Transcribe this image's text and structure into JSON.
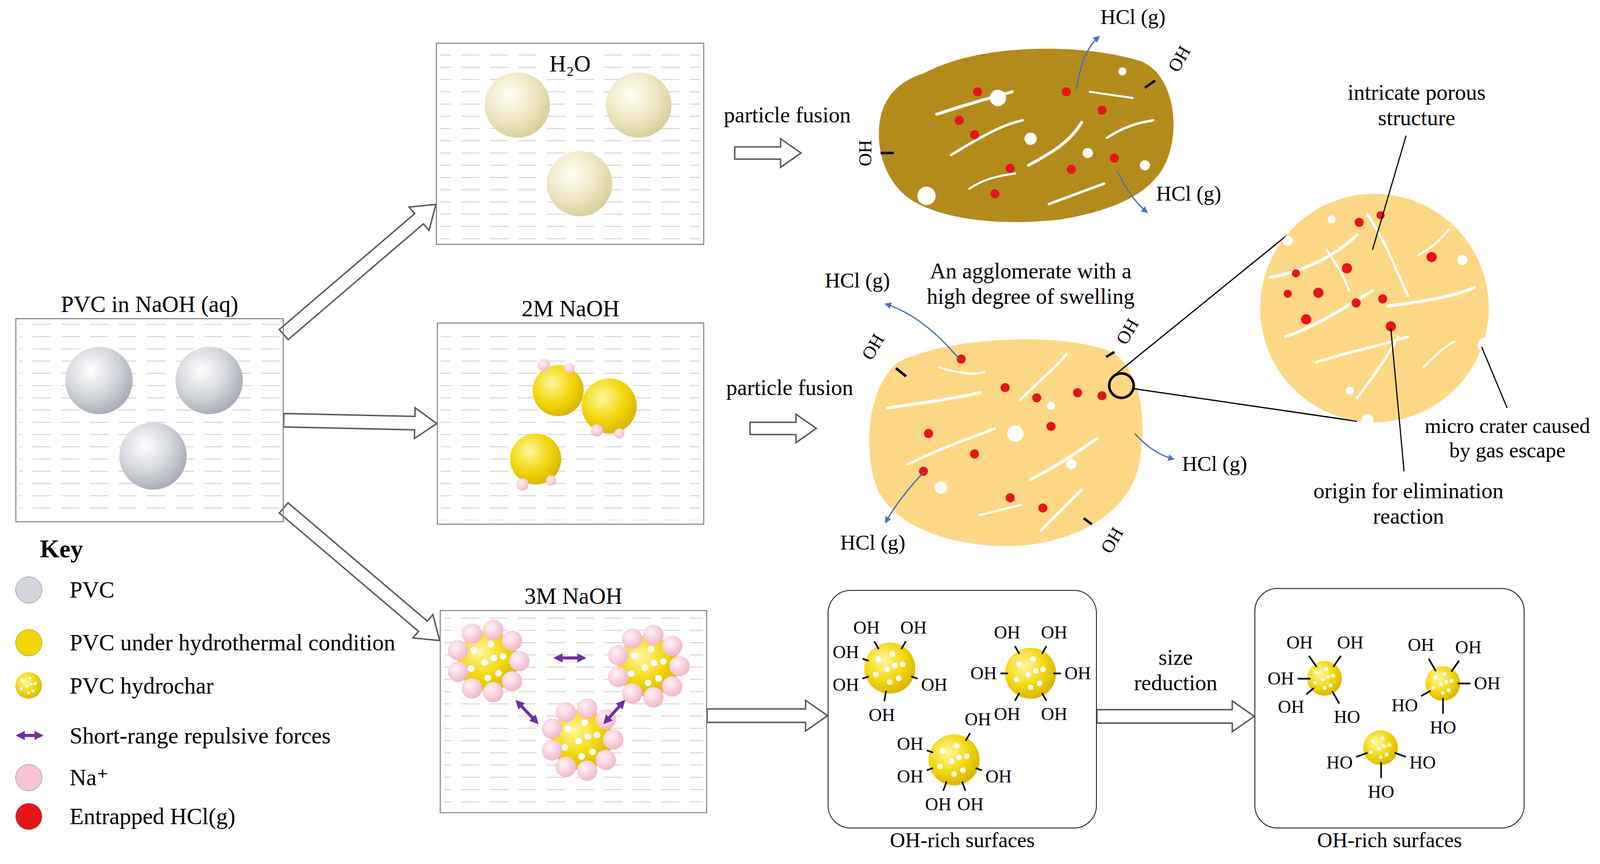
{
  "diagram": {
    "nodes": [
      {
        "text": [
          "PVC in NaOH (aq)"
        ]
      },
      {
        "text": [
          "H₂O"
        ]
      },
      {
        "text": [
          "2M NaOH"
        ]
      },
      {
        "text": [
          "3M NaOH"
        ]
      },
      {
        "text": [
          "OH-rich surfaces"
        ]
      },
      {
        "text": [
          "OH-rich surfaces"
        ]
      }
    ],
    "edges": [
      {
        "from": 0,
        "to": 1,
        "arrow": "to"
      },
      {
        "from": 0,
        "to": 2,
        "arrow": "to"
      },
      {
        "from": 0,
        "to": 3,
        "arrow": "to"
      },
      {
        "from": 3,
        "to": 4,
        "arrow": "to"
      },
      {
        "from": 4,
        "to": 5,
        "label": "size reduction",
        "arrow": "to"
      }
    ],
    "labels": [
      "HCl (g)",
      "OH",
      "OH",
      "HCl (g)",
      "particle fusion",
      "intricate porous structure",
      "HCl (g)",
      "An agglomerate with a high degree of swelling",
      "OH",
      "OH",
      "particle fusion",
      "micro crater caused by gas escape",
      "HCl (g)",
      "origin for elimination reaction",
      "HCl (g)",
      "OH",
      "Key",
      "OH",
      "OH",
      "OH",
      "OH",
      "OH",
      "OH",
      "OH",
      "OH",
      "OH",
      "OH",
      "OH",
      "OH",
      "OH",
      "OH",
      "OH",
      "OH",
      "OH",
      "OH",
      "OH",
      "OH",
      "OH",
      "OH",
      "HO",
      "OH",
      "OH",
      "OH",
      "HO",
      "HO",
      "HO",
      "HO",
      "HO"
    ],
    "legend": [
      {
        "text": "PVC",
        "color": "#d3d6dc"
      },
      {
        "text": "PVC under hydrothermal condition",
        "color": "#f2d600"
      },
      {
        "text": "PVC hydrochar"
      },
      {
        "text": "Short-range repulsive forces"
      },
      {
        "text": "Na⁺",
        "color": "#f6c4d4"
      },
      {
        "text": "Entrapped HCl(g)",
        "color": "#e8141c"
      }
    ]
  }
}
